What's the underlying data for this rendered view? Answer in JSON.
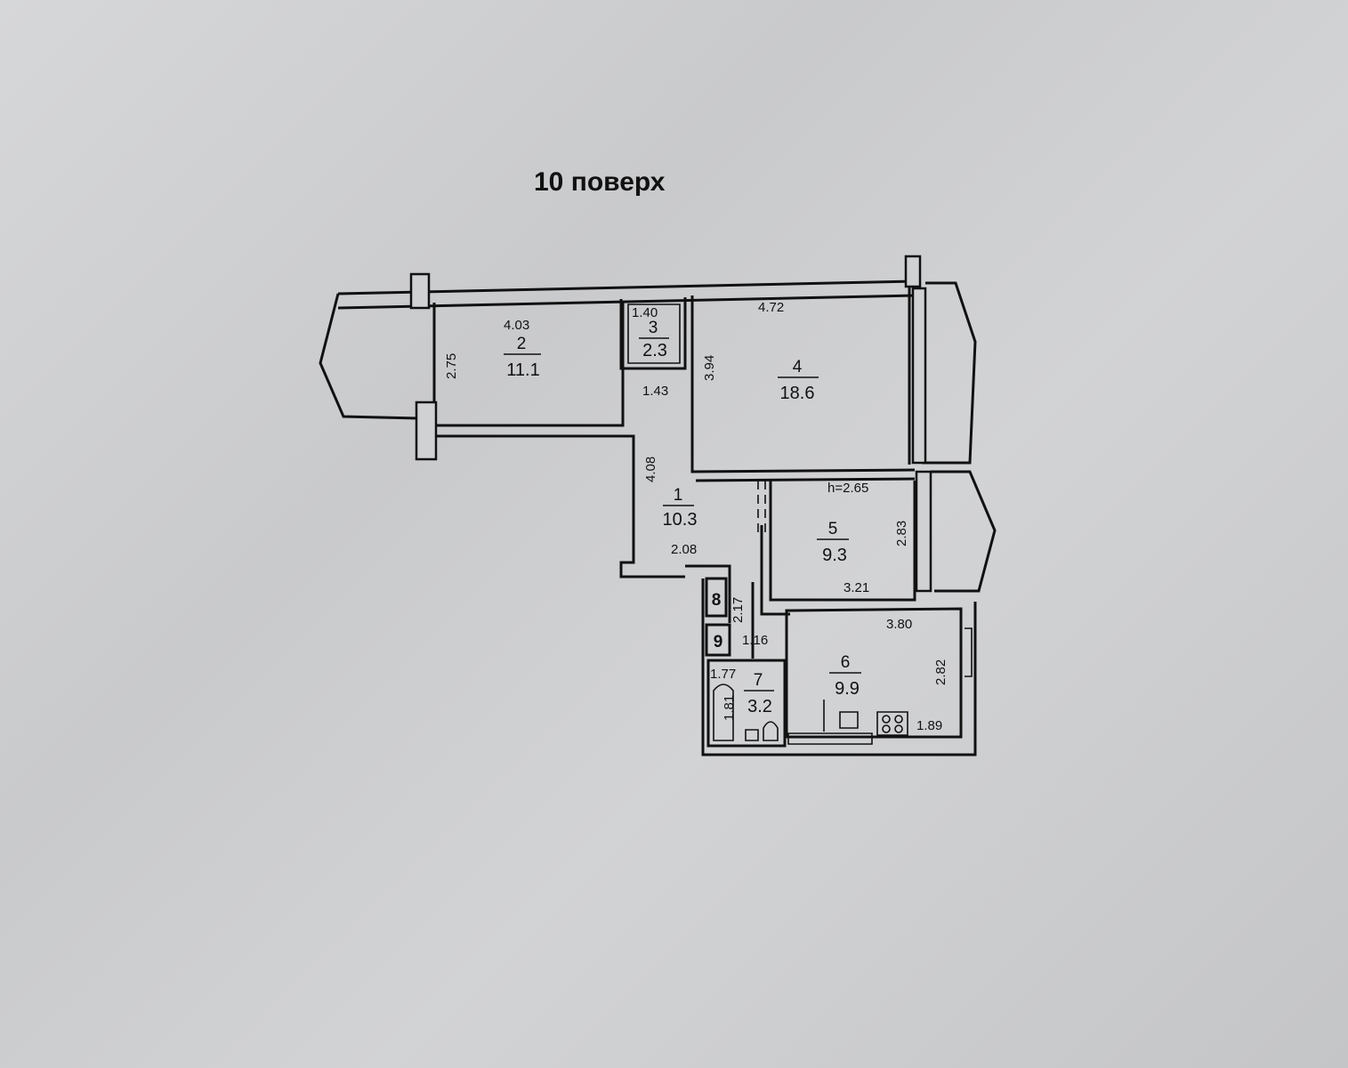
{
  "floor_label": "10 поверх",
  "rooms": [
    {
      "number": "1",
      "area": "10.3"
    },
    {
      "number": "2",
      "area": "11.1"
    },
    {
      "number": "3",
      "area": "2.3"
    },
    {
      "number": "4",
      "area": "18.6"
    },
    {
      "number": "5",
      "area": "9.3"
    },
    {
      "number": "6",
      "area": "9.9"
    },
    {
      "number": "7",
      "area": "3.2"
    },
    {
      "number": "8",
      "area": ""
    },
    {
      "number": "9",
      "area": ""
    }
  ],
  "dimensions": {
    "room2_width": "4.03",
    "room2_depth": "2.75",
    "room3_width": "1.40",
    "room3_door": "1.43",
    "room4_width": "4.72",
    "room4_depth": "3.94",
    "room1_depth": "4.08",
    "room1_width": "2.08",
    "room5_height": "h=2.65",
    "room5_depth": "2.83",
    "room5_width": "3.21",
    "corridor_depth": "2.17",
    "corridor_width": "1.16",
    "room6_width": "3.80",
    "room6_depth": "2.82",
    "room6_window": "1.89",
    "room7_width": "1.77",
    "room7_depth": "1.81"
  }
}
